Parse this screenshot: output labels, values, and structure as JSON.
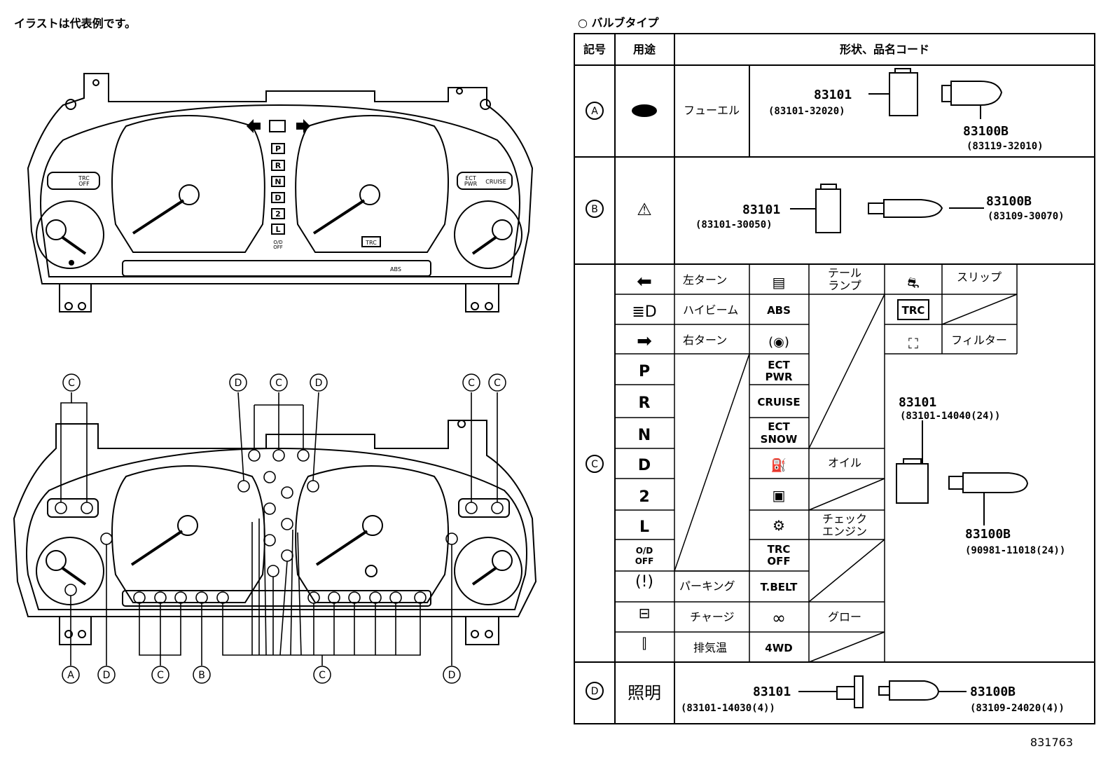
{
  "note": "イラストは代表例です。",
  "table_title": "○ バルブタイプ",
  "headers": {
    "symbol": "記号",
    "use": "用途",
    "shape": "形状、品名コード"
  },
  "labels": {
    "A": "A",
    "B": "B",
    "C": "C",
    "D": "D"
  },
  "rowA": {
    "use": "フューエル",
    "socket_code": "83101",
    "socket_part": "(83101-32020)",
    "bulb_code": "83100B",
    "bulb_part": "(83119-32010)"
  },
  "rowB": {
    "socket_code": "83101",
    "socket_part": "(83101-30050)",
    "bulb_code": "83100B",
    "bulb_part": "(83109-30070)"
  },
  "rowC": {
    "left_turn": "左ターン",
    "high_beam": "ハイビーム",
    "right_turn": "右ターン",
    "P": "P",
    "R": "R",
    "N": "N",
    "D": "D",
    "two": "2",
    "L": "L",
    "od_off_1": "O/D",
    "od_off_2": "OFF",
    "parking": "パーキング",
    "charge": "チャージ",
    "exhaust": "排気温",
    "abs": "ABS",
    "ect_pwr_1": "ECT",
    "ect_pwr_2": "PWR",
    "cruise": "CRUISE",
    "ect_snow_1": "ECT",
    "ect_snow_2": "SNOW",
    "trc_off_1": "TRC",
    "trc_off_2": "OFF",
    "tbelt": "T.BELT",
    "fwd": "4WD",
    "tail_1": "テール",
    "tail_2": "ランプ",
    "oil": "オイル",
    "check_1": "チェック",
    "check_2": "エンジン",
    "glow": "グロー",
    "slip": "スリップ",
    "trc": "TRC",
    "filter": "フィルター",
    "socket_code": "83101",
    "socket_part": "(83101-14040(24))",
    "bulb_code": "83100B",
    "bulb_part": "(90981-11018(24))"
  },
  "rowD": {
    "use": "照明",
    "socket_code": "83101",
    "socket_part": "(83101-14030(4))",
    "bulb_code": "83100B",
    "bulb_part": "(83109-24020(4))"
  },
  "cluster": {
    "trc_off_1": "TRC",
    "trc_off_2": "OFF",
    "ect_1": "ECT",
    "ect_2": "PWR",
    "cruise": "CRUISE",
    "gear_P": "P",
    "gear_R": "R",
    "gear_N": "N",
    "gear_D": "D",
    "gear_2": "2",
    "gear_L": "L",
    "od_1": "O/D",
    "od_2": "OFF",
    "trc": "TRC",
    "abs": "ABS"
  },
  "diagram_labels": {
    "A": "A",
    "B": "B",
    "C": "C",
    "D": "D"
  },
  "drawing_code": "831763"
}
